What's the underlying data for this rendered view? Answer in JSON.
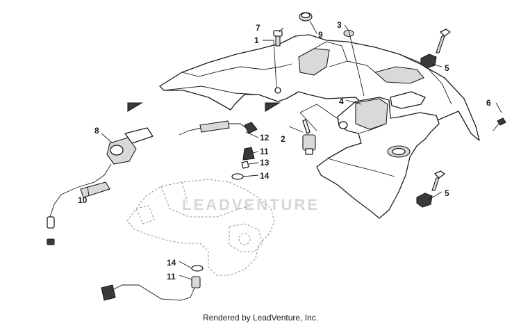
{
  "diagram": {
    "watermark": "LEADVENTURE",
    "footer": "Rendered by LeadVenture, Inc.",
    "callouts": [
      {
        "id": "c1",
        "label": "1"
      },
      {
        "id": "c2",
        "label": "2"
      },
      {
        "id": "c3",
        "label": "3"
      },
      {
        "id": "c4",
        "label": "4"
      },
      {
        "id": "c5a",
        "label": "5"
      },
      {
        "id": "c5b",
        "label": "5"
      },
      {
        "id": "c6",
        "label": "6"
      },
      {
        "id": "c7",
        "label": "7"
      },
      {
        "id": "c8",
        "label": "8"
      },
      {
        "id": "c9",
        "label": "9"
      },
      {
        "id": "c10",
        "label": "10"
      },
      {
        "id": "c11a",
        "label": "11"
      },
      {
        "id": "c11b",
        "label": "11"
      },
      {
        "id": "c12",
        "label": "12"
      },
      {
        "id": "c13",
        "label": "13"
      },
      {
        "id": "c14a",
        "label": "14"
      },
      {
        "id": "c14b",
        "label": "14"
      }
    ]
  }
}
